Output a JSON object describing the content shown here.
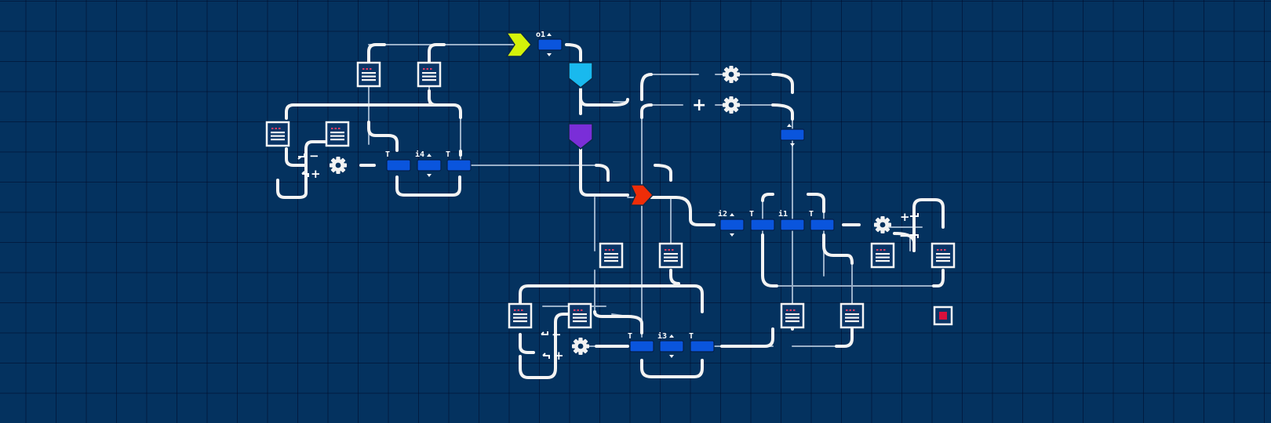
{
  "screen": "programming-grid",
  "colors": {
    "background": "#04325f",
    "grid_line": "#021e44",
    "track": "#f3f3f3",
    "thin_track": "#9ab0c8",
    "sensor_blue": "#0a55dd",
    "arrow_start": "#d4f20a",
    "arrow_cyan": "#19b9ee",
    "arrow_purple": "#7a2ed8",
    "arrow_red": "#ee2d08",
    "stop_marker": "#d8103c"
  },
  "sensors": {
    "o1": "o1",
    "i1": "i1",
    "i2": "i2",
    "i3": "i3",
    "i4": "i4",
    "t": "T"
  },
  "signs": {
    "plus": "+",
    "minus": "−"
  },
  "icons": {
    "flow_arrow": "chevron-arrow-icon",
    "gear": "gear-icon",
    "memory": "memory-block-icon",
    "stop": "stop-square-icon"
  }
}
